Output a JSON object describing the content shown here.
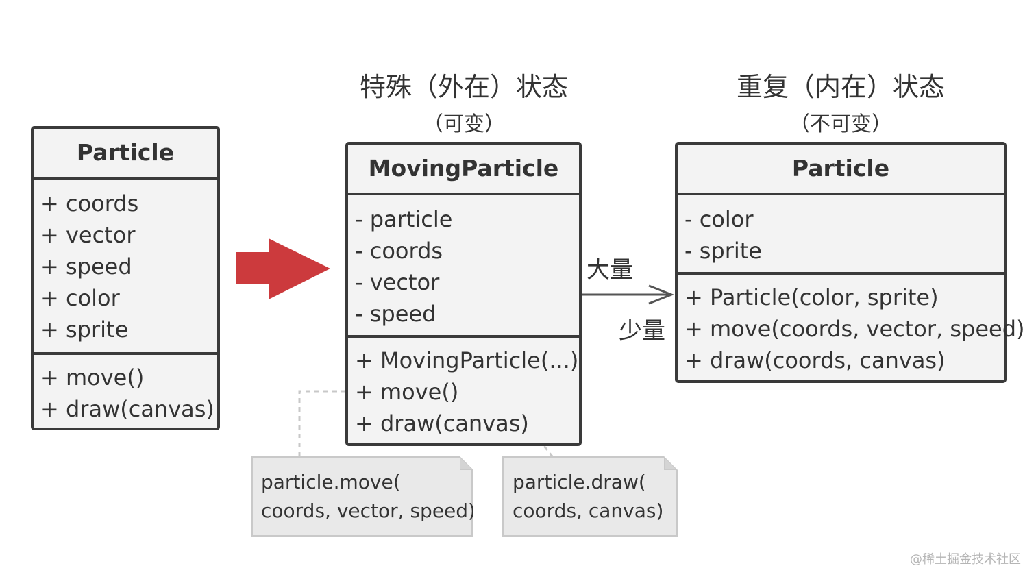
{
  "left_class": {
    "name": "Particle",
    "fields": [
      "+ coords",
      "+ vector",
      "+ speed",
      "+ color",
      "+ sprite"
    ],
    "methods": [
      "+ move()",
      "+ draw(canvas)"
    ]
  },
  "extrinsic": {
    "heading": "特殊（外在）状态",
    "sub": "（可变）",
    "name": "MovingParticle",
    "fields": [
      "- particle",
      "- coords",
      "- vector",
      "- speed"
    ],
    "methods": [
      "+ MovingParticle(...)",
      "+ move()",
      "+ draw(canvas)"
    ]
  },
  "intrinsic": {
    "heading": "重复（内在）状态",
    "sub": "（不可变）",
    "name": "Particle",
    "fields": [
      "- color",
      "- sprite"
    ],
    "methods": [
      "+ Particle(color, sprite)",
      "+ move(coords, vector, speed)",
      "+ draw(coords, canvas)"
    ]
  },
  "association": {
    "source_multiplicity": "大量",
    "target_multiplicity": "少量"
  },
  "notes": [
    {
      "lines": [
        "particle.move(",
        "coords, vector, speed)"
      ]
    },
    {
      "lines": [
        "particle.draw(",
        "coords, canvas)"
      ]
    }
  ],
  "colors": {
    "arrow_red": "#cc3a3d",
    "box_border": "#3a3a3a",
    "box_fill": "#f3f3f3",
    "note_fill": "#e9e9e9"
  },
  "watermark": "@稀土掘金技术社区"
}
